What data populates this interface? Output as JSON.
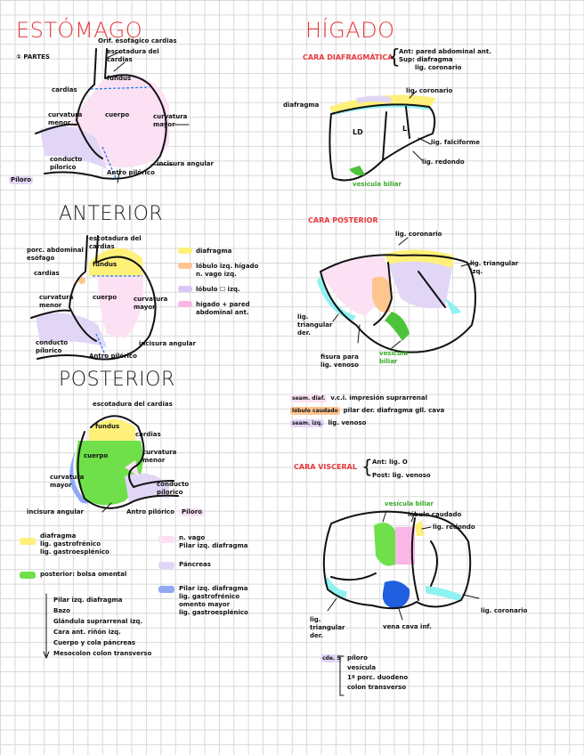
{
  "colors": {
    "red": "#e8383d",
    "yellow": "#fff07a",
    "green": "#6fe04a",
    "pink": "#f8b7e4",
    "lavender": "#d8c7f5",
    "orange": "#ffc58f",
    "cyan": "#8ff2f2",
    "blue": "#1f5fe0",
    "darkgreen": "#4cc43a"
  },
  "estomago": {
    "title": "ESTÓMAGO",
    "partes": "① PARTES",
    "labels": {
      "orificio": "Orif. esofágico cardias",
      "escotadura": "escotadura del cardias",
      "fundus": "fundus",
      "cardias": "cardias",
      "curvatura_menor": "curvatura menor",
      "cuerpo": "cuerpo",
      "curvatura_mayor": "curvatura mayor",
      "antro": "Antro pilórico",
      "conducto": "conducto pílorico",
      "incisura": "incisura angular",
      "piloro": "Píloro"
    }
  },
  "anterior": {
    "title": "ANTERIOR",
    "labels": {
      "esofago": "porc. abdominal",
      "esofago2": "esófago",
      "escotadura": "escotadura del cardias",
      "fundus": "fundus",
      "cardias": "cardias",
      "curvatura_menor": "curvatura menor",
      "cuerpo": "cuerpo",
      "curvatura_mayor": "curvatura mayor",
      "antro": "Antro pilórico",
      "conducto": "conducto pílorico",
      "incisura": "incisura angular"
    },
    "legend": [
      {
        "color": "yellow",
        "text": "diafragma"
      },
      {
        "color": "orange",
        "text": "lóbulo izq. hígado n. vago izq."
      },
      {
        "color": "lavender",
        "text": "lóbulo ☐ izq."
      },
      {
        "color": "pink",
        "text": "hígado + pared abdominal ant."
      }
    ]
  },
  "posterior": {
    "title": "POSTERIOR",
    "labels": {
      "escotadura": "escotadura del cardias",
      "fundus": "fundus",
      "cardias": "cardias",
      "cuerpo": "cuerpo",
      "curvatura_menor": "curvatura menor",
      "curvatura_mayor": "curvatura mayor",
      "conducto": "conducto pílorico",
      "antro": "Antro pilórico",
      "incisura": "incisura angular",
      "piloro": "Píloro"
    },
    "legend_left": [
      {
        "color": "yellow",
        "lines": [
          "diafragma",
          "lig. gastrofrénico",
          "lig. gastroesplénico"
        ]
      },
      {
        "color": "green",
        "lines": [
          "posterior: bolsa omental"
        ]
      }
    ],
    "list_left": [
      "Pilar izq. diafragma",
      "Bazo",
      "Glándula suprarrenal izq.",
      "Cara ant. riñón izq.",
      "Cuerpo y cola páncreas",
      "Mesocolon colon transverso"
    ],
    "legend_right": [
      {
        "color": "pink",
        "lines": [
          "n. vago",
          "Pilar izq. diafragma"
        ]
      },
      {
        "color": "lavender",
        "lines": [
          "Páncreas"
        ]
      },
      {
        "color": "blue",
        "lines": [
          "Pilar izq. diafragma",
          "lig. gastrofrénico",
          "omento mayor",
          "lig. gastroesplénico"
        ]
      }
    ]
  },
  "higado": {
    "title": "HÍGADO",
    "cara_diafragmatica": {
      "title": "CARA DIAFRAGMÁTICA",
      "notes": [
        "Ant: pared abdominal ant.",
        "Sup: diafragma",
        "lig. coronario"
      ],
      "labels": {
        "coronario": "lig. coronario",
        "diafragma": "diafragma",
        "ld": "LD",
        "li": "LI",
        "falciforme": "lig. falciforme",
        "redondo": "lig. redondo",
        "vesicula": "vesícula biliar"
      }
    },
    "cara_posterior": {
      "title": "CARA POSTERIOR",
      "labels": {
        "coronario": "lig. coronario",
        "triangular": "lig. triangular izq.",
        "triangular_der": "lig. triangular der.",
        "vesicula": "vesícula biliar",
        "fisura": "fisura para lig. venoso"
      },
      "legend": [
        {
          "color": "pink",
          "tag": "seam. diaf.",
          "text": "v.c.i. impresión suprarrenal"
        },
        {
          "color": "orange",
          "tag": "lóbulo caudado",
          "text": "pilar der. diafragma gll. cava"
        },
        {
          "color": "lavender",
          "tag": "seam. izq.",
          "text": "lig. venoso"
        }
      ]
    },
    "cara_visceral": {
      "title": "CARA VISCERAL",
      "notes": [
        "Ant: lig. O",
        "Post: lig. venoso"
      ],
      "labels": {
        "vesicula": "vesícula biliar",
        "caudado": "lóbulo caudado",
        "redondo": "lig. redondo",
        "coronario": "lig. coronario",
        "triangular": "lig. triangular der.",
        "vcava": "vena cava inf."
      },
      "note_tag": "cde. 5",
      "list": [
        "píloro",
        "vesícula",
        "1ª porc. duodeno",
        "colon transverso"
      ]
    }
  }
}
